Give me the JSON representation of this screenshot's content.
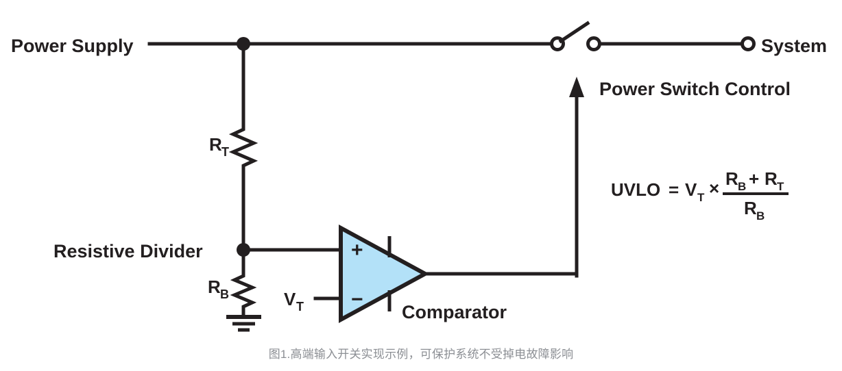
{
  "figure": {
    "caption": "图1.高端输入开关实现示例，可保护系统不受掉电故障影响",
    "colors": {
      "line": "#231f20",
      "comparator_fill": "#b3e1f8",
      "caption_text": "#8c8f94",
      "background": "#ffffff"
    }
  },
  "labels": {
    "power_supply": "Power Supply",
    "system": "System",
    "power_switch_control": "Power Switch Control",
    "resistive_divider": "Resistive Divider",
    "comparator": "Comparator"
  },
  "components": {
    "resistor_top": {
      "name": "R",
      "subscript": "T"
    },
    "resistor_bottom": {
      "name": "R",
      "subscript": "B"
    },
    "threshold_source": {
      "name": "V",
      "subscript": "T"
    },
    "comparator_inputs": {
      "plus": "+",
      "minus": "−"
    },
    "ground": "ground-symbol",
    "switch": "open-switch"
  },
  "formula": {
    "lhs": "UVLO",
    "equals": "=",
    "v_term": {
      "name": "V",
      "subscript": "T"
    },
    "times": "×",
    "numerator": {
      "first": {
        "name": "R",
        "subscript": "B"
      },
      "operator": "+",
      "second": {
        "name": "R",
        "subscript": "T"
      }
    },
    "denominator": {
      "name": "R",
      "subscript": "B"
    }
  }
}
